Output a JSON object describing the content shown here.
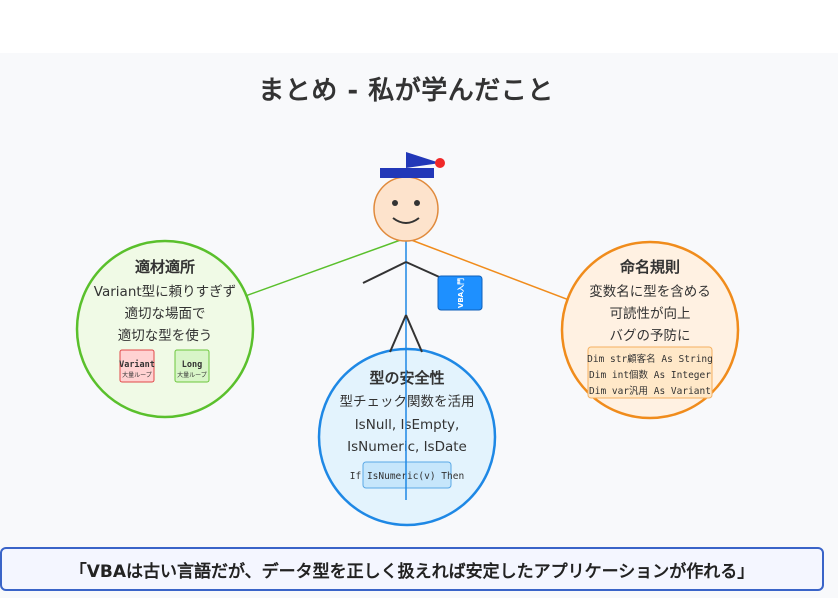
{
  "title": "まとめ - 私が学んだこと",
  "book_label": "VBA入門",
  "left_circle": {
    "heading": "適材適所",
    "lines": [
      "Variant型に頼りすぎず",
      "適切な場面で",
      "適切な型を使う"
    ],
    "chips": [
      {
        "name": "Variant",
        "sub": "大量ループ"
      },
      {
        "name": "Long",
        "sub": "大量ループ"
      }
    ]
  },
  "right_circle": {
    "heading": "命名規則",
    "lines": [
      "変数名に型を含める",
      "可読性が向上",
      "バグの予防に"
    ],
    "code": [
      "Dim str顧客名 As String",
      "Dim int個数 As Integer",
      "Dim var汎用 As Variant"
    ]
  },
  "center_circle": {
    "heading": "型の安全性",
    "lines": [
      "型チェック関数を活用",
      "IsNull, IsEmpty,",
      "IsNumeric, IsDate"
    ],
    "code": "If IsNumeric(v) Then"
  },
  "quote": "「VBAは古い言語だが、データ型を正しく扱えれば安定したアプリケーションが作れる」",
  "colors": {
    "green": "#5ac02c",
    "orange": "#f08c1c",
    "blue": "#1e88e5",
    "hat": "#2238b8",
    "face": "#fde3cc",
    "book": "#1e90ff"
  }
}
